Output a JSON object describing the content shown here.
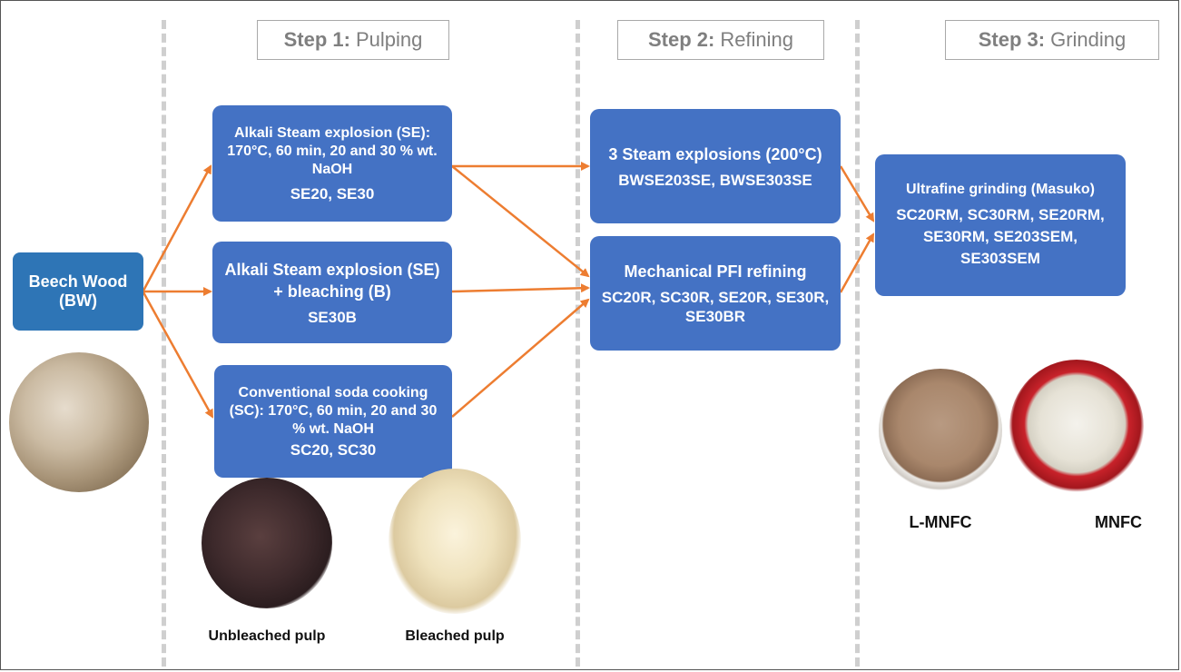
{
  "steps": [
    {
      "bold": "Step 1:",
      "label": "Pulping"
    },
    {
      "bold": "Step 2:",
      "label": "Refining"
    },
    {
      "bold": "Step 3:",
      "label": "Grinding"
    }
  ],
  "source": {
    "line1": "Beech Wood",
    "line2": "(BW)"
  },
  "pulping": {
    "alkali_se": {
      "title": "Alkali Steam explosion (SE): 170°C, 60 min, 20 and 30 % wt. NaOH",
      "codes": "SE20, SE30"
    },
    "alkali_se_bleach": {
      "title": "Alkali Steam explosion (SE) + bleaching (B)",
      "codes": "SE30B"
    },
    "soda": {
      "title": "Conventional soda cooking (SC): 170°C, 60 min, 20 and 30 % wt. NaOH",
      "codes": "SC20, SC30"
    }
  },
  "refining": {
    "steam": {
      "title": "3 Steam explosions (200°C)",
      "codes": "BWSE203SE, BWSE303SE"
    },
    "pfi": {
      "title": "Mechanical PFI refining",
      "codes": "SC20R, SC30R, SE20R, SE30R, SE30BR"
    }
  },
  "grinding": {
    "title": "Ultrafine grinding (Masuko)",
    "codes": "SC20RM, SC30RM, SE20RM, SE30RM, SE203SEM, SE303SEM"
  },
  "captions": {
    "unbleached": "Unbleached pulp",
    "bleached": "Bleached pulp",
    "lmnfc": "L-MNFC",
    "mnfc": "MNFC"
  },
  "colors": {
    "box": "#4472c4",
    "source_box": "#2e75b6",
    "arrow": "#ed7d31",
    "divider": "#cfcfcf",
    "header_text": "#7f7f7f"
  }
}
